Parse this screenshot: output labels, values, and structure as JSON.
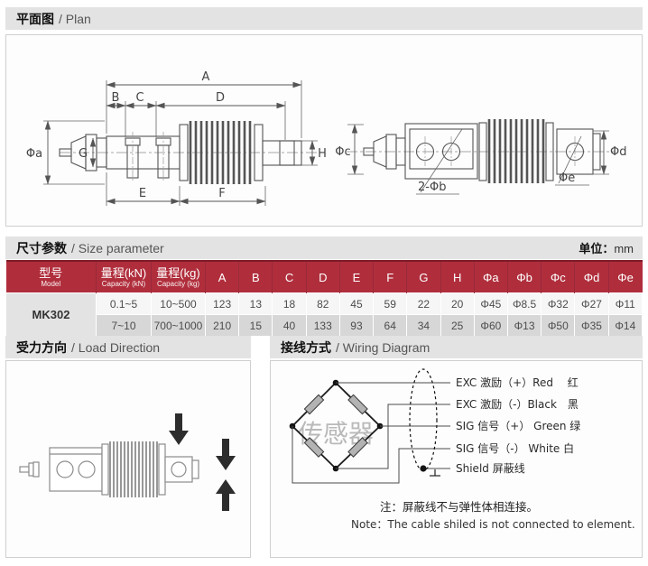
{
  "page": {
    "unit_label": "单位：",
    "unit_value": "mm"
  },
  "sections": {
    "plan": {
      "title_zh": "平面图",
      "title_en": "/ Plan"
    },
    "size": {
      "title_zh": "尺寸参数",
      "title_en": "/ Size parameter"
    },
    "load": {
      "title_zh": "受力方向",
      "title_en": "/ Load Direction"
    },
    "wiring": {
      "title_zh": "接线方式",
      "title_en": "/ Wiring Diagram"
    }
  },
  "plan_labels": {
    "a": "A",
    "b": "B",
    "c": "C",
    "d": "D",
    "e": "E",
    "f": "F",
    "g": "G",
    "h": "H",
    "phi_a": "Φa",
    "phi_c": "Φc",
    "phi_d": "Φd",
    "phi_e": "Φe",
    "two_phi_b": "2-Φb"
  },
  "table": {
    "h_model_zh": "型号",
    "h_model_en": "Model",
    "h_kn_zh": "量程(kN)",
    "h_kn_en": "Capacity (kN)",
    "h_kg_zh": "量程(kg)",
    "h_kg_en": "Capacity (kg)",
    "letters": [
      "A",
      "B",
      "C",
      "D",
      "E",
      "F",
      "G",
      "H"
    ],
    "phis": [
      "Φa",
      "Φb",
      "Φc",
      "Φd",
      "Φe"
    ],
    "model": "MK302",
    "row1": [
      "0.1~5",
      "10~500",
      "123",
      "13",
      "18",
      "82",
      "45",
      "59",
      "22",
      "20",
      "Φ45",
      "Φ8.5",
      "Φ32",
      "Φ27",
      "Φ11"
    ],
    "row2": [
      "7~10",
      "700~1000",
      "210",
      "15",
      "40",
      "133",
      "93",
      "64",
      "34",
      "25",
      "Φ60",
      "Φ13",
      "Φ50",
      "Φ35",
      "Φ14"
    ]
  },
  "wiring": {
    "sensor_watermark": "传感器",
    "labels": [
      "EXC 激励（+）Red　 红",
      "EXC 激励（-）Black　黑",
      "SIG 信号（+） Green 绿",
      "SIG 信号（-） White 白",
      "Shield 屏蔽线"
    ],
    "note_zh": "注：屏蔽线不与弹性体相连接。",
    "note_en": "Note：The cable shiled is not connected to element."
  },
  "colors": {
    "accent_red": "#b02e3c",
    "accent_red_dark": "#7c1c27",
    "bar_gray": "#e3e3e3",
    "row_gray": "#d7d7d7"
  }
}
